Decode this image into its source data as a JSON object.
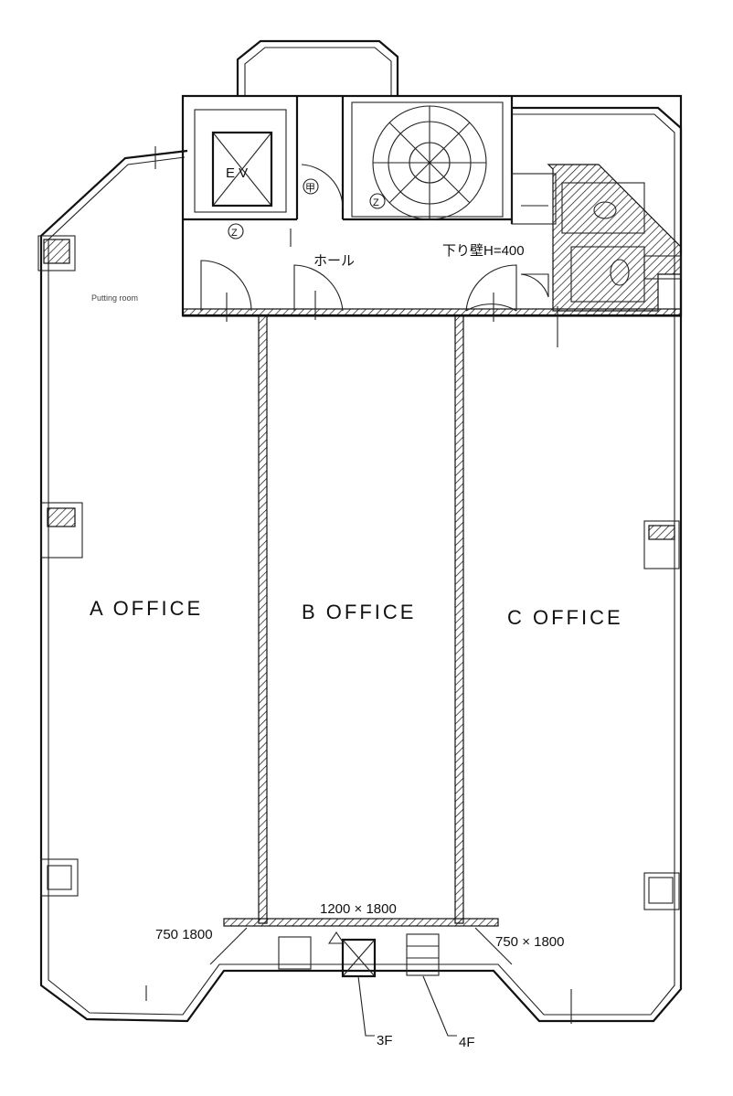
{
  "plan": {
    "rooms": {
      "a": "A OFFICE",
      "b": "B OFFICE",
      "c": "C OFFICE"
    },
    "core": {
      "elevator": "E V",
      "hall": "ホール",
      "ceiling_note": "下り壁H=400",
      "mark_z1": "Z",
      "mark_z2": "Z",
      "mark_ko": "甲"
    },
    "windows": {
      "center": "1200 × 1800",
      "left": "750 1800",
      "right": "750 × 1800"
    },
    "floor_tags": {
      "third": "3F",
      "fourth": "4F"
    },
    "tiny_note": "Putting room"
  }
}
